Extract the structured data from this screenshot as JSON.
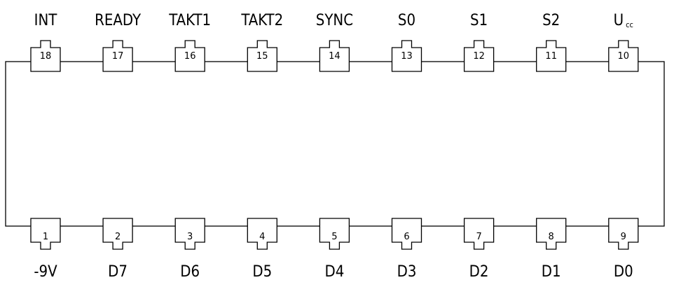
{
  "top_pins": [
    {
      "number": "18",
      "label": "INT"
    },
    {
      "number": "17",
      "label": "READY"
    },
    {
      "number": "16",
      "label": "TAKT1"
    },
    {
      "number": "15",
      "label": "TAKT2"
    },
    {
      "number": "14",
      "label": "SYNC"
    },
    {
      "number": "13",
      "label": "S0"
    },
    {
      "number": "12",
      "label": "S1"
    },
    {
      "number": "11",
      "label": "S2"
    },
    {
      "number": "10",
      "label": "U",
      "label_sub": "cc"
    }
  ],
  "bottom_pins": [
    {
      "number": "1",
      "label": "-9V"
    },
    {
      "number": "2",
      "label": "D7"
    },
    {
      "number": "3",
      "label": "D6"
    },
    {
      "number": "4",
      "label": "D5"
    },
    {
      "number": "5",
      "label": "D4"
    },
    {
      "number": "6",
      "label": "D3"
    },
    {
      "number": "7",
      "label": "D2"
    },
    {
      "number": "8",
      "label": "D1"
    },
    {
      "number": "9",
      "label": "D0"
    }
  ]
}
